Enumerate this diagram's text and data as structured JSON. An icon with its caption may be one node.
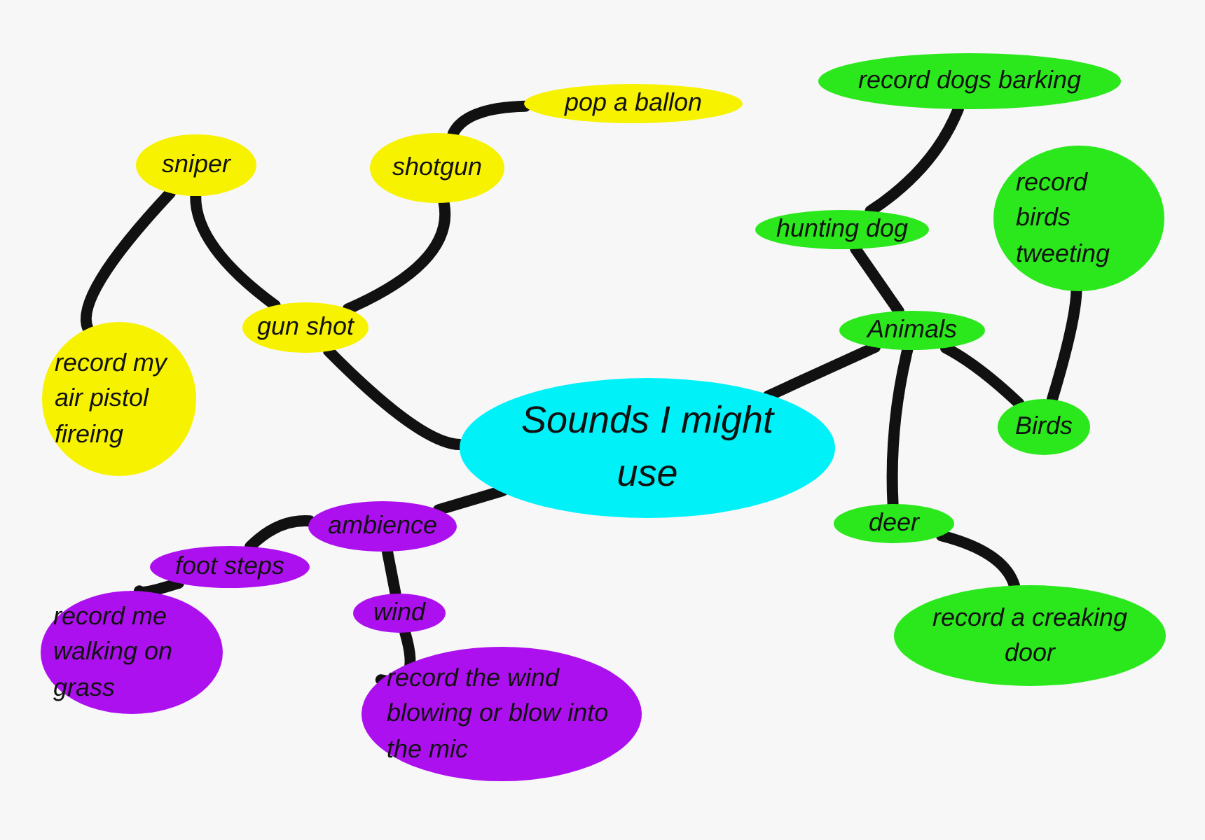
{
  "diagram": {
    "nodes": [
      {
        "text": [
          "Sounds I might use"
        ]
      },
      {
        "text": [
          "gun shot"
        ]
      },
      {
        "text": [
          "sniper"
        ]
      },
      {
        "text": [
          "shotgun"
        ]
      },
      {
        "text": [
          "pop a ballon"
        ]
      },
      {
        "text": [
          "record my air pistol fireing"
        ]
      },
      {
        "text": [
          "ambience"
        ]
      },
      {
        "text": [
          "foot steps"
        ]
      },
      {
        "text": [
          "record me walking on grass"
        ]
      },
      {
        "text": [
          "wind"
        ]
      },
      {
        "text": [
          "record the wind blowing or blow into the mic"
        ]
      },
      {
        "text": [
          "Animals"
        ]
      },
      {
        "text": [
          "hunting dog"
        ]
      },
      {
        "text": [
          "record dogs barking"
        ]
      },
      {
        "text": [
          "record birds tweeting"
        ]
      },
      {
        "text": [
          "Birds"
        ]
      },
      {
        "text": [
          "deer"
        ]
      },
      {
        "text": [
          "record a creaking door"
        ]
      }
    ],
    "edges": [
      {
        "from": 0,
        "to": 1,
        "arrow": "none"
      },
      {
        "from": 1,
        "to": 2,
        "arrow": "none"
      },
      {
        "from": 1,
        "to": 3,
        "arrow": "none"
      },
      {
        "from": 3,
        "to": 4,
        "arrow": "none"
      },
      {
        "from": 2,
        "to": 5,
        "arrow": "none"
      },
      {
        "from": 0,
        "to": 6,
        "arrow": "none"
      },
      {
        "from": 6,
        "to": 7,
        "arrow": "none"
      },
      {
        "from": 7,
        "to": 8,
        "arrow": "none"
      },
      {
        "from": 6,
        "to": 9,
        "arrow": "none"
      },
      {
        "from": 9,
        "to": 10,
        "arrow": "none"
      },
      {
        "from": 0,
        "to": 11,
        "arrow": "none"
      },
      {
        "from": 11,
        "to": 12,
        "arrow": "none"
      },
      {
        "from": 12,
        "to": 13,
        "arrow": "none"
      },
      {
        "from": 11,
        "to": 15,
        "arrow": "none"
      },
      {
        "from": 15,
        "to": 14,
        "arrow": "none"
      },
      {
        "from": 11,
        "to": 16,
        "arrow": "none"
      },
      {
        "from": 16,
        "to": 17,
        "arrow": "none"
      }
    ]
  }
}
